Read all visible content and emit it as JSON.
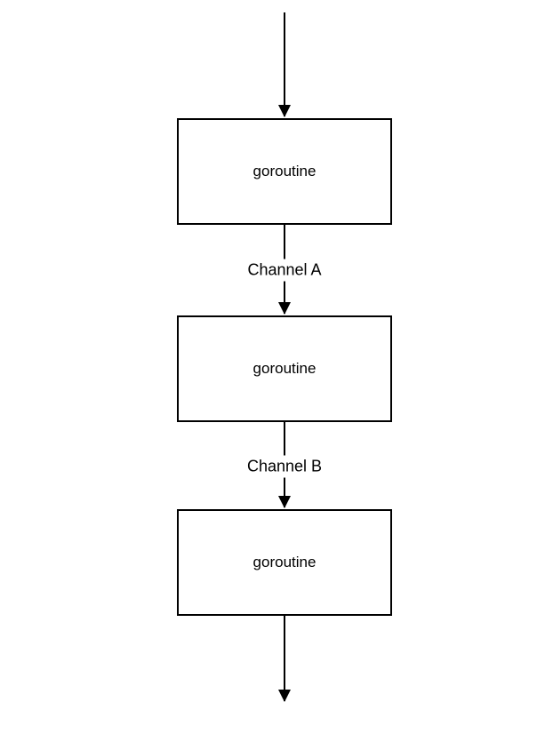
{
  "diagram": {
    "type": "flowchart",
    "background_color": "#ffffff",
    "stroke_color": "#000000",
    "node_fill_color": "#ffffff",
    "text_color": "#000000",
    "nodes": [
      {
        "id": "goroutine-1",
        "label": "goroutine"
      },
      {
        "id": "goroutine-2",
        "label": "goroutine"
      },
      {
        "id": "goroutine-3",
        "label": "goroutine"
      }
    ],
    "edges": [
      {
        "id": "incoming-arrow",
        "from": "(top)",
        "to": "goroutine-1",
        "label": ""
      },
      {
        "id": "channel-a-arrow",
        "from": "goroutine-1",
        "to": "goroutine-2",
        "label": "Channel A"
      },
      {
        "id": "channel-b-arrow",
        "from": "goroutine-2",
        "to": "goroutine-3",
        "label": "Channel B"
      },
      {
        "id": "outgoing-arrow",
        "from": "goroutine-3",
        "to": "(bottom)",
        "label": ""
      }
    ],
    "edge_labels": {
      "channel_a": "Channel A",
      "channel_b": "Channel B"
    }
  }
}
